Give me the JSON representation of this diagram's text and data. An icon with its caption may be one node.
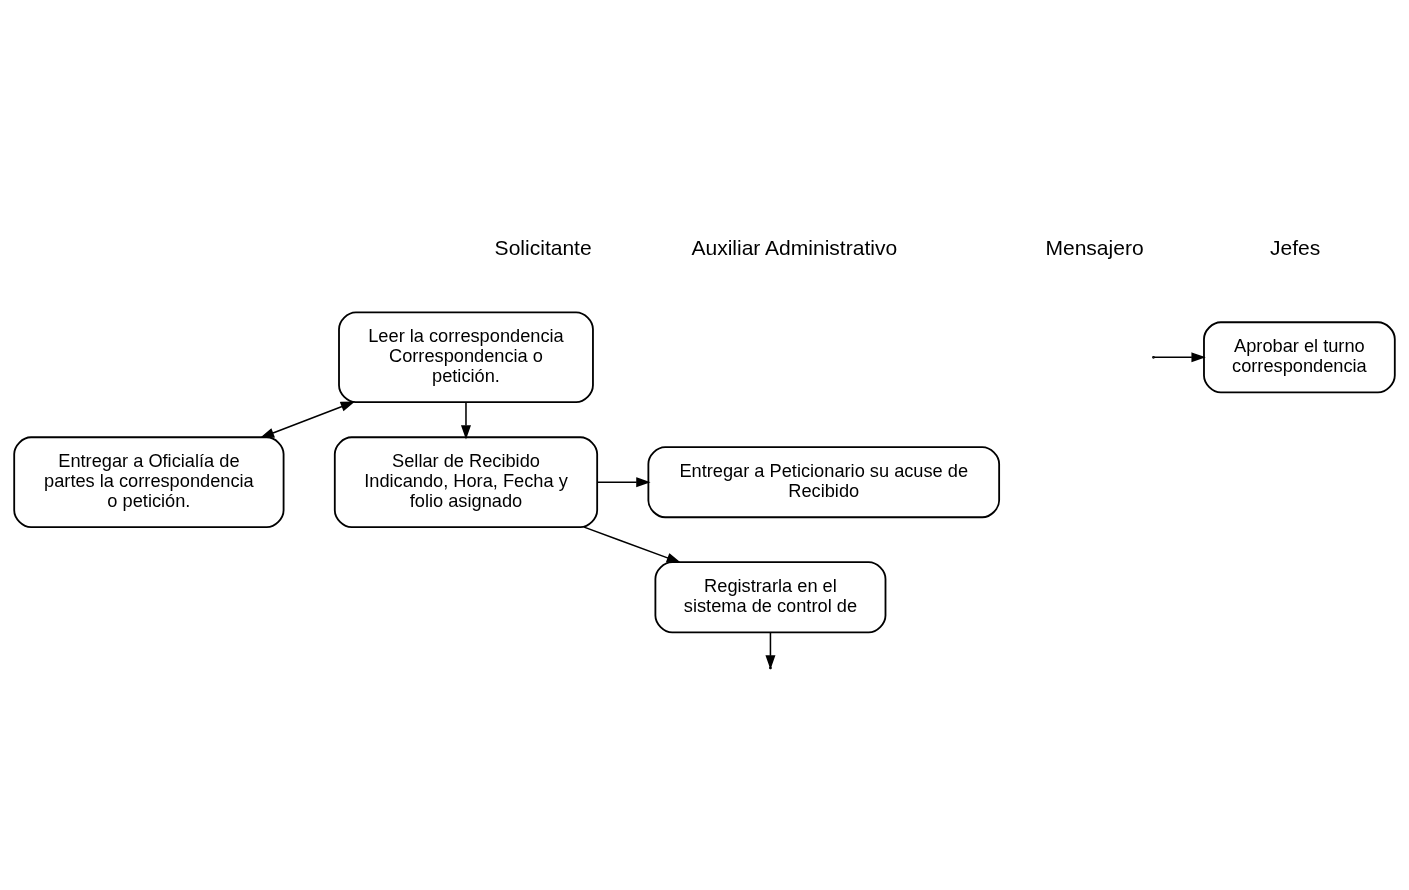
{
  "diagram": {
    "nodes": [
      {
        "text": [
          "Entregar a Oficialía de partes la correspondencia o petición."
        ]
      },
      {
        "text": [
          "Leer la correspondencia Correspondencia o petición."
        ]
      },
      {
        "text": [
          "Sellar de Recibido Indicando, Hora, Fecha y folio asignado"
        ]
      },
      {
        "text": [
          "Entregar a Peticionario su acuse de Recibido"
        ]
      },
      {
        "text": [
          "Registrarla en el sistema de control de"
        ]
      },
      {
        "text": [
          "Aprobar el turno correspondencia"
        ]
      }
    ],
    "edges": [
      {
        "from": 1,
        "to": 0,
        "arrow": "both"
      },
      {
        "from": 1,
        "to": 2,
        "arrow": "to"
      },
      {
        "from": 2,
        "to": 3,
        "arrow": "to"
      },
      {
        "from": 2,
        "to": 4,
        "arrow": "to"
      },
      {
        "from": 4,
        "to": null,
        "arrow": "to"
      },
      {
        "from": null,
        "to": 5,
        "arrow": "to"
      }
    ],
    "labels": [
      "Solicitante",
      "Auxiliar Administrativo",
      "Mensajero",
      "Jefes"
    ]
  }
}
